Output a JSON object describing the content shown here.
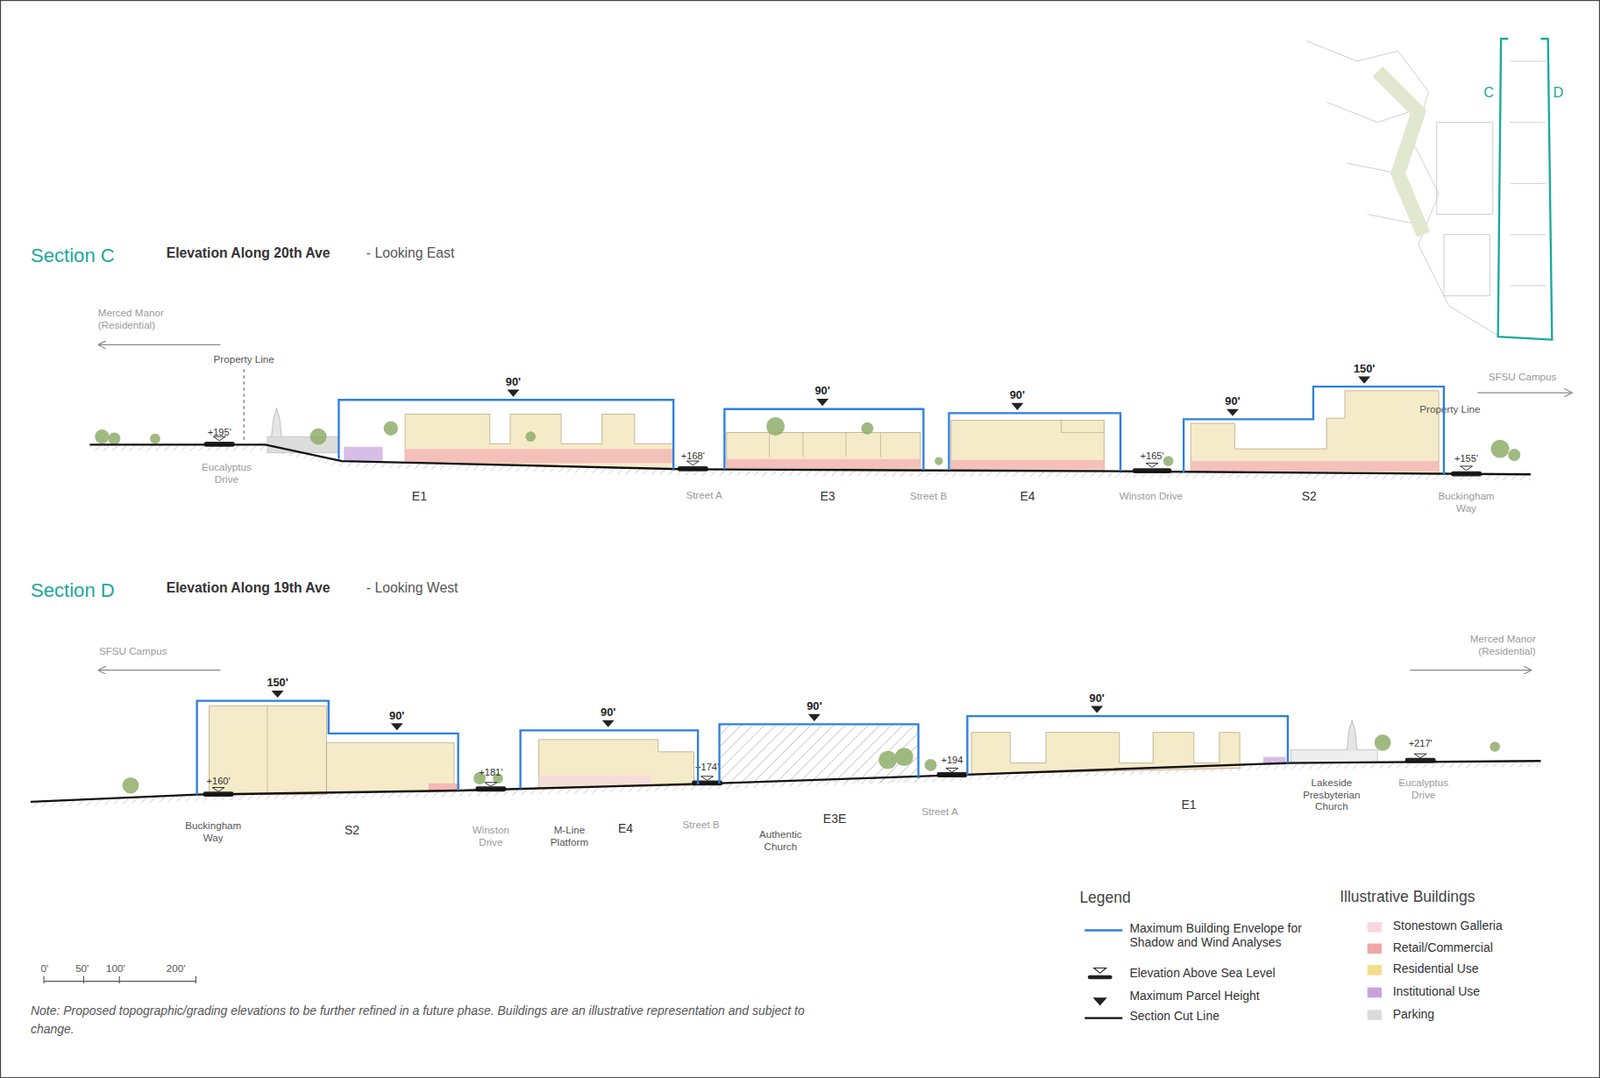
{
  "diagram": {
    "nodes": [
      {
        "text": [
          "90'"
        ]
      },
      {
        "text": [
          "90'"
        ]
      },
      {
        "text": [
          "90'"
        ]
      },
      {
        "text": [
          "90'",
          "150'"
        ]
      },
      {
        "text": [
          "150'",
          "90'"
        ]
      },
      {
        "text": [
          "90'"
        ]
      },
      {
        "text": [
          "90'"
        ]
      },
      {
        "text": [
          "90'"
        ]
      }
    ],
    "labels": [
      "Section C",
      "Elevation Along 20th Ave",
      "- Looking East",
      "Merced Manor (Residential)",
      "Property Line",
      "+195'",
      "Eucalyptus Drive",
      "+168'",
      "Street A",
      "E1",
      "E3",
      "Street B",
      "E4",
      "+165'",
      "Winston Drive",
      "S2",
      "Property Line",
      "+155'",
      "Buckingham Way",
      "SFSU Campus",
      "C",
      "D",
      "Section D",
      "Elevation Along 19th Ave",
      "- Looking West",
      "SFSU Campus",
      "Merced Manor (Residential)",
      "+160'",
      "Buckingham Way",
      "S2",
      "+181'",
      "Winston Drive",
      "M-Line Platform",
      "E4",
      "+174'",
      "Street B",
      "Authentic Church",
      "E3E",
      "+194",
      "Street A",
      "E1",
      "Lakeside Presbyterian Church",
      "+217'",
      "Eucalyptus Drive",
      "0'",
      "50'",
      "100'",
      "200'",
      "Note: Proposed topographic/grading elevations to be further refined in a future phase. Buildings are an illustrative representation and subject to change.",
      "Legend",
      "Illustrative Buildings"
    ],
    "legend": [
      {
        "text": "Maximum Building Envelope for Shadow and Wind Analyses"
      },
      {
        "text": "Elevation Above Sea Level"
      },
      {
        "text": "Maximum Parcel Height"
      },
      {
        "text": "Section Cut Line"
      },
      {
        "text": "Stonestown Galleria",
        "color": "#f7d9dc"
      },
      {
        "text": "Retail/Commercial",
        "color": "#f2a7a5"
      },
      {
        "text": "Residential Use",
        "color": "#f5dc8a"
      },
      {
        "text": "Institutional Use",
        "color": "#c6a3df"
      },
      {
        "text": "Parking",
        "color": "#dcdcdc"
      }
    ]
  }
}
